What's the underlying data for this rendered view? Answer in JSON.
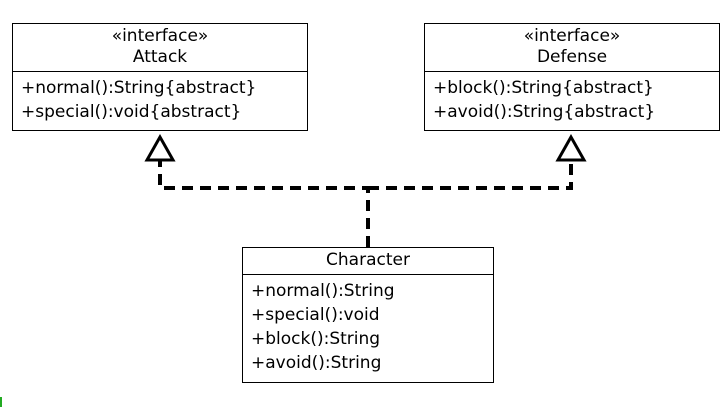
{
  "diagram": {
    "type": "uml-class-diagram",
    "classes": {
      "attack": {
        "stereotype": "«interface»",
        "name": "Attack",
        "methods": [
          "+normal():String{abstract}",
          "+special():void{abstract}"
        ]
      },
      "defense": {
        "stereotype": "«interface»",
        "name": "Defense",
        "methods": [
          "+block():String{abstract}",
          "+avoid():String{abstract}"
        ]
      },
      "character": {
        "name": "Character",
        "methods": [
          "+normal():String",
          "+special():void",
          "+block():String",
          "+avoid():String"
        ]
      }
    },
    "relationships": [
      {
        "from": "Character",
        "to": "Attack",
        "kind": "realization"
      },
      {
        "from": "Character",
        "to": "Defense",
        "kind": "realization"
      }
    ]
  }
}
